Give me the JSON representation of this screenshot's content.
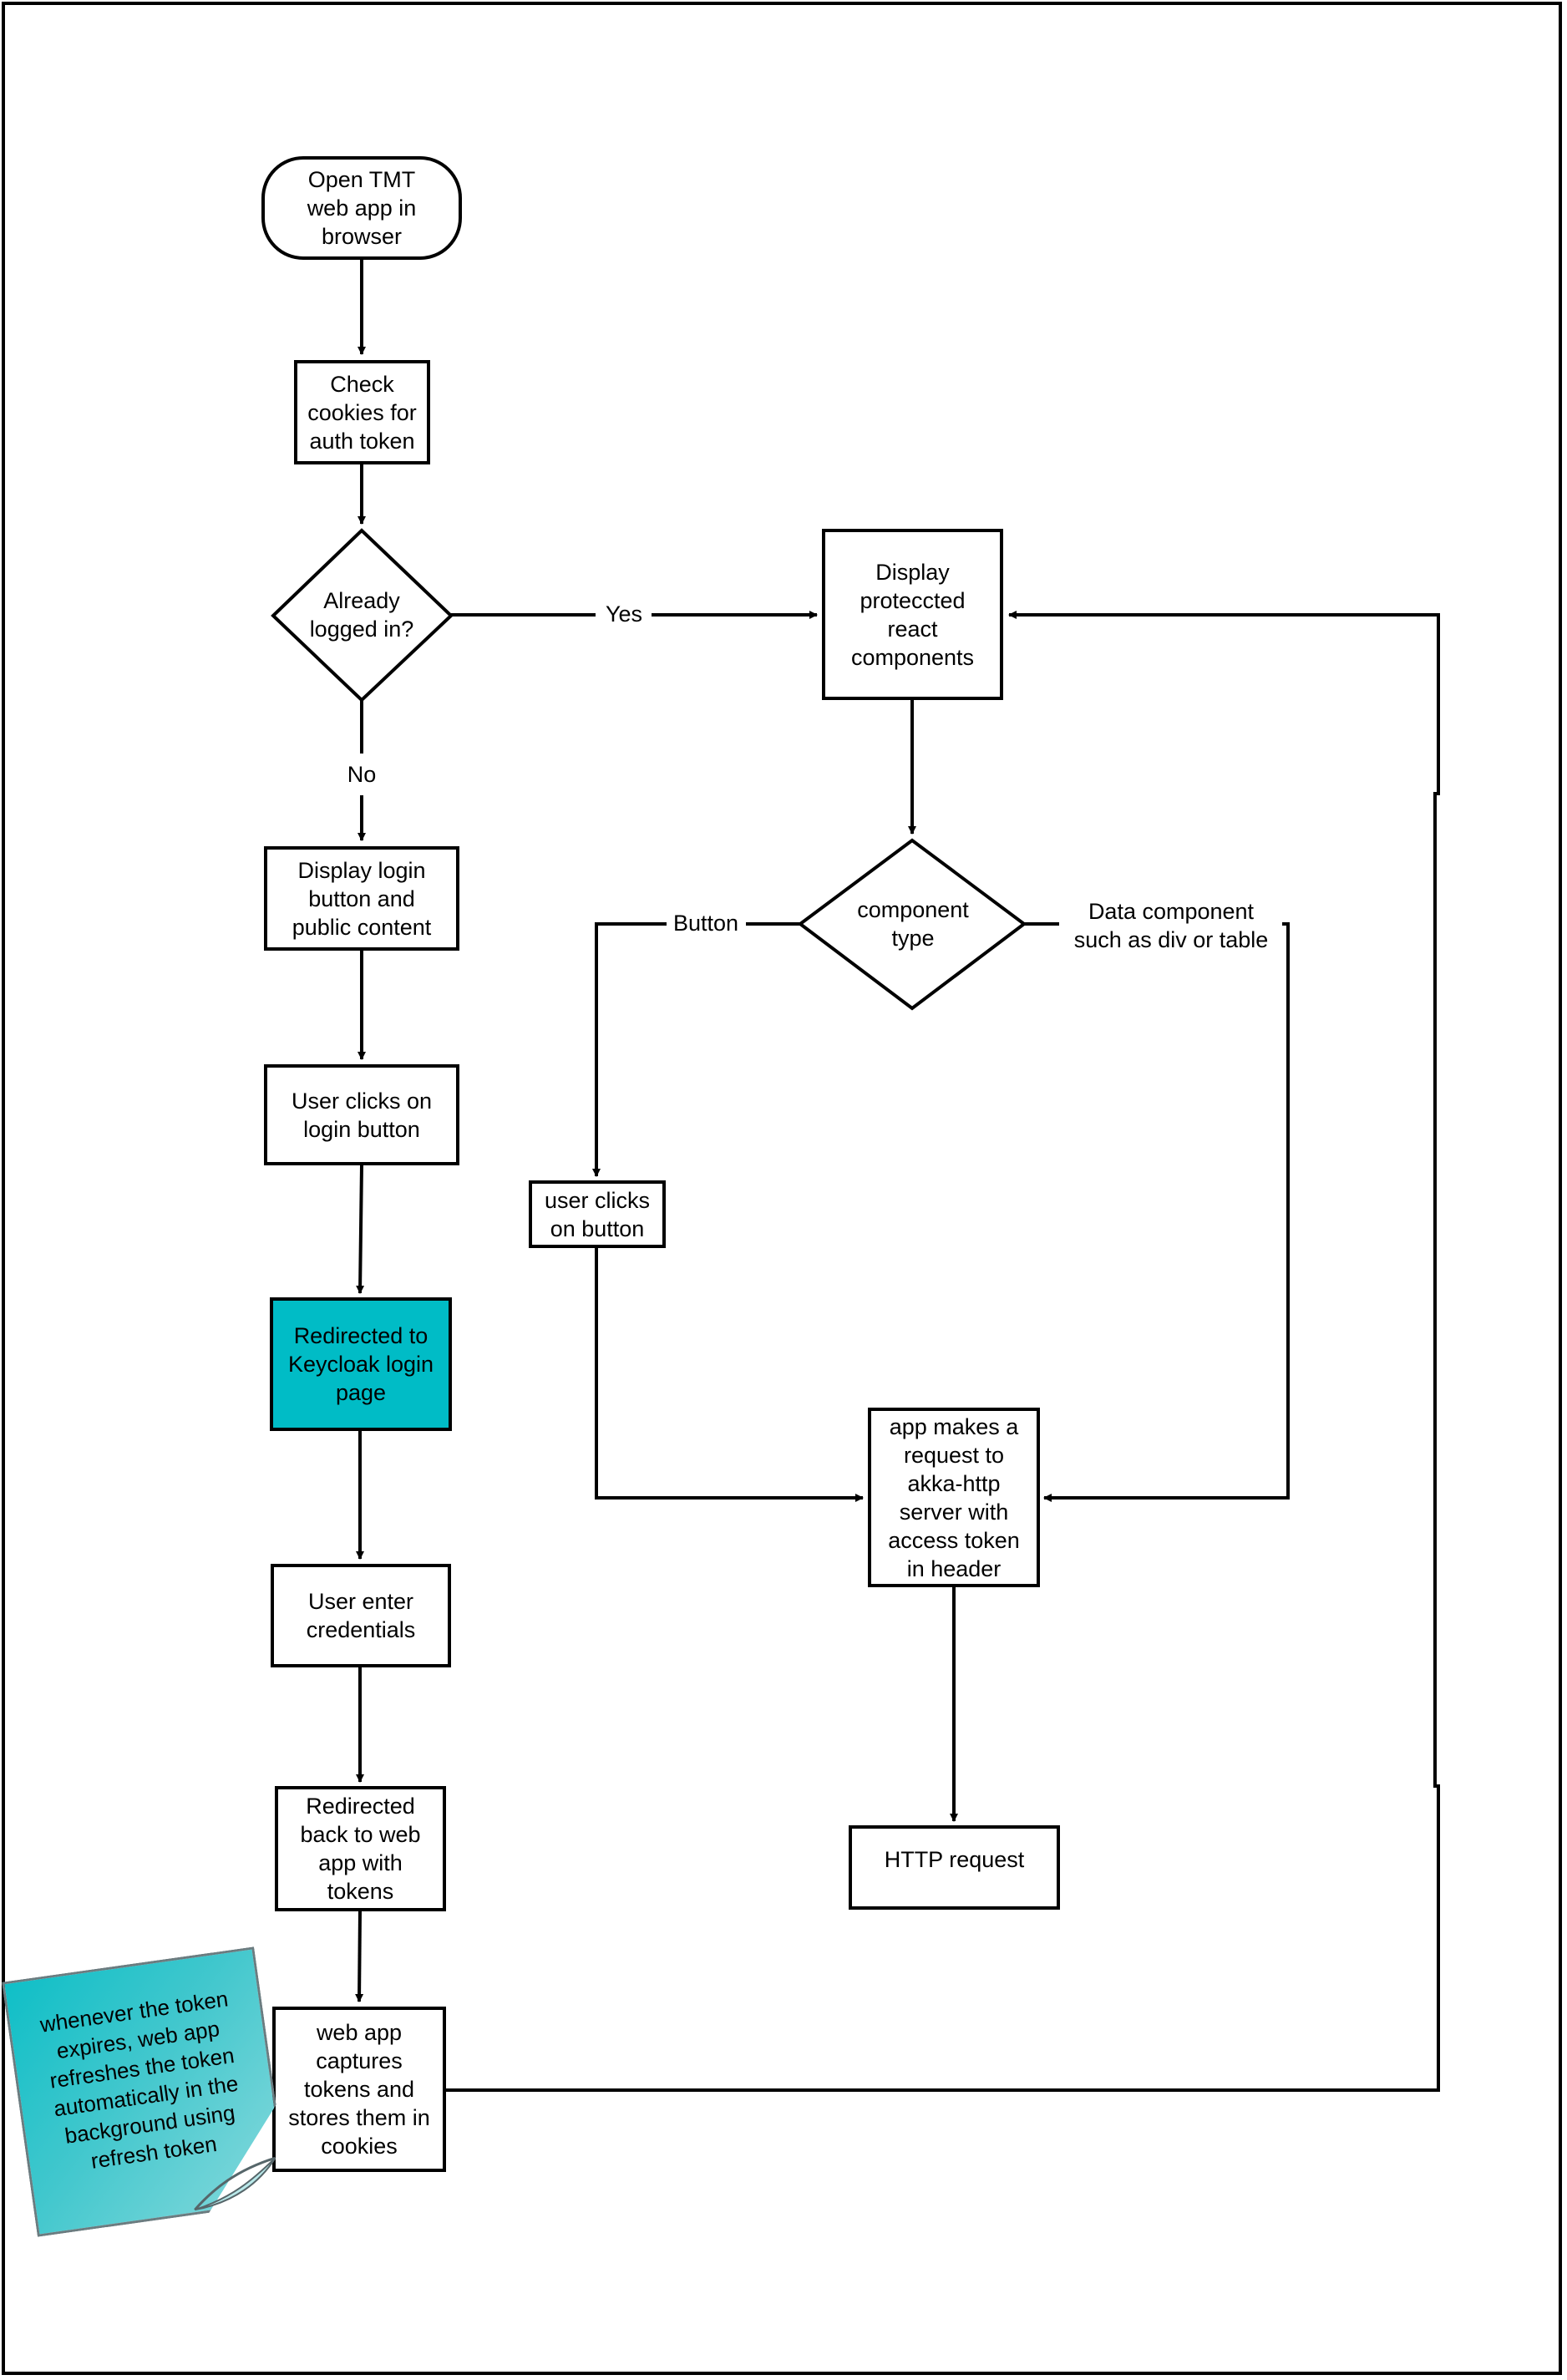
{
  "nodes": {
    "open_app": "Open TMT\nweb app in\nbrowser",
    "check_cookies": "Check\ncookies for\nauth token",
    "already_logged_in": "Already\nlogged in?",
    "display_login": "Display login\nbutton and\npublic content",
    "user_clicks_login": "User clicks on\nlogin button",
    "redirected_keycloak": "Redirected to\nKeycloak login\npage",
    "user_enter_credentials": "User enter\ncredentials",
    "redirected_back": "Redirected\nback to web\napp with\ntokens",
    "web_app_captures": "web app\ncaptures\ntokens and\nstores them in\ncookies",
    "display_protected": "Display\nproteccted\nreact\ncomponents",
    "component_type": "component\ntype",
    "user_clicks_button": "user clicks\non button",
    "app_makes_request": "app makes a\nrequest to\nakka-http\nserver with\naccess token\nin header",
    "http_request": "HTTP request"
  },
  "edge_labels": {
    "yes": "Yes",
    "no": "No",
    "button": "Button",
    "data_component": "Data component\nsuch as div or table"
  },
  "note": {
    "text": "whenever the token\nexpires, web app\nrefreshes the token\nautomatically in the\nbackground using\nrefresh token"
  },
  "colors": {
    "highlight": "#00bcc6",
    "note": "#41c7cd"
  }
}
